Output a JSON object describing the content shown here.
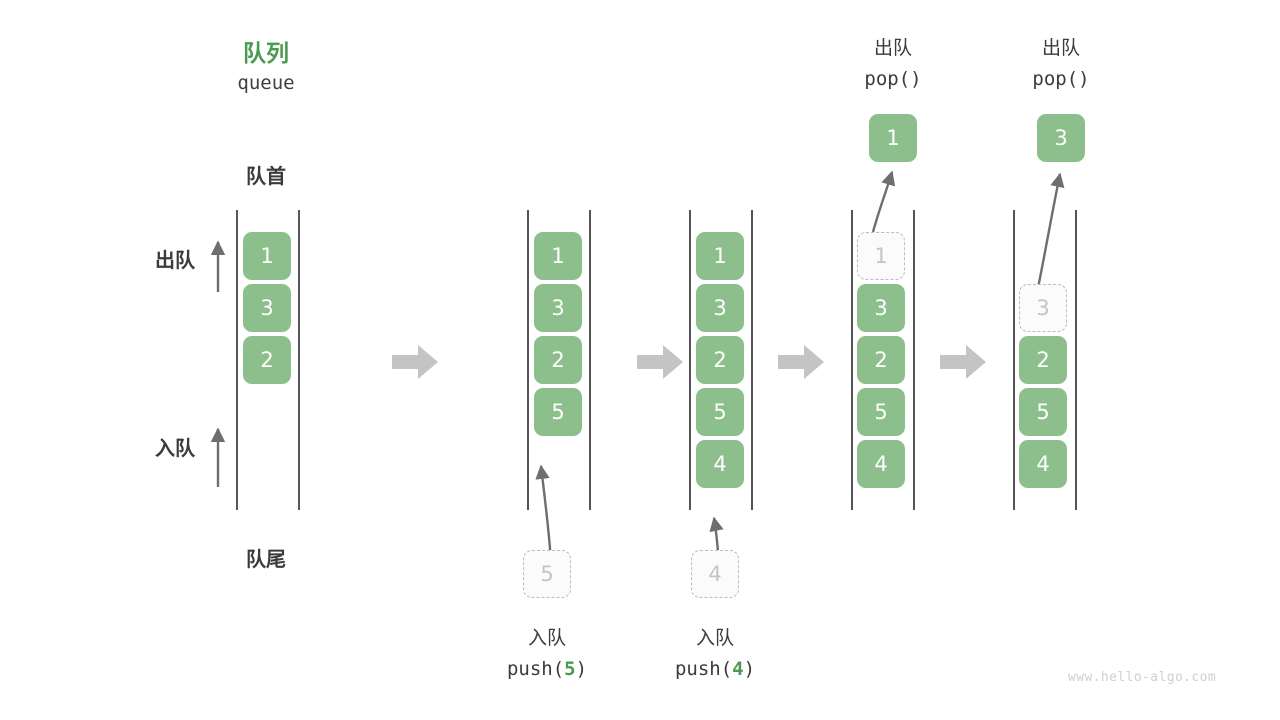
{
  "diagram": {
    "title_cn": "队列",
    "title_code": "queue",
    "front_label": "队首",
    "rear_label": "队尾",
    "dequeue_label": "出队",
    "enqueue_label": "入队",
    "watermark": "www.hello-algo.com",
    "accent_green": "#4c9a51",
    "cell_green": "#8cbf8c",
    "ghost_gray": "#c4c4c4",
    "arrow_gray": "#c4c4c4",
    "curve_gray": "#6e6e6e"
  },
  "stages": [
    {
      "id": "initial",
      "cells": [
        "1",
        "3",
        "2"
      ],
      "ghost_top": null,
      "ghost_bottom": null,
      "popped": null,
      "op_cn": null,
      "op_code": null
    },
    {
      "id": "push-5",
      "cells": [
        "1",
        "3",
        "2",
        "5"
      ],
      "ghost_top": null,
      "ghost_bottom": "5",
      "popped": null,
      "op_cn": "入队",
      "op_code_prefix": "push(",
      "op_code_value": "5",
      "op_code_suffix": ")"
    },
    {
      "id": "push-4",
      "cells": [
        "1",
        "3",
        "2",
        "5",
        "4"
      ],
      "ghost_top": null,
      "ghost_bottom": "4",
      "popped": null,
      "op_cn": "入队",
      "op_code_prefix": "push(",
      "op_code_value": "4",
      "op_code_suffix": ")"
    },
    {
      "id": "pop-1",
      "cells": [
        "3",
        "2",
        "5",
        "4"
      ],
      "ghost_top": "1",
      "ghost_bottom": null,
      "popped": "1",
      "op_cn": "出队",
      "op_code": "pop()"
    },
    {
      "id": "pop-3",
      "cells": [
        "2",
        "5",
        "4"
      ],
      "ghost_top": "3",
      "ghost_bottom": null,
      "popped": "3",
      "op_cn": "出队",
      "op_code": "pop()"
    }
  ],
  "flow_arrows": 4
}
